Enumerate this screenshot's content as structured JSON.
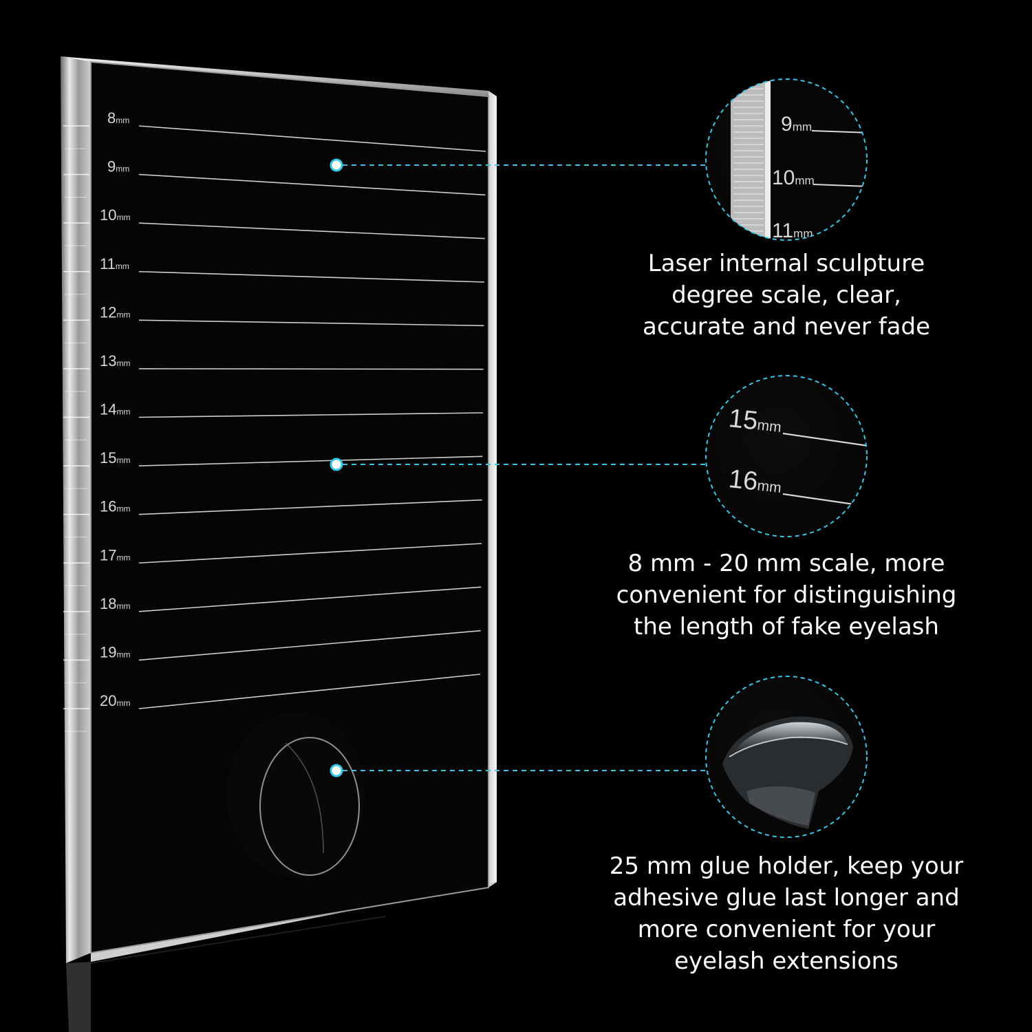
{
  "palette": {
    "background": "#000000",
    "accent": "#36c6e8",
    "scale_text": "#d8d8d8",
    "caption_text": "#ffffff"
  },
  "ruler": {
    "unit": "mm",
    "marks": [
      "8",
      "9",
      "10",
      "11",
      "12",
      "13",
      "14",
      "15",
      "16",
      "17",
      "18",
      "19",
      "20"
    ]
  },
  "callouts": [
    {
      "id": "scale-closeup",
      "zoom_marks": [
        "9",
        "10",
        "11"
      ],
      "caption_lines": [
        "Laser internal sculpture",
        "degree scale, clear,",
        "accurate and never fade"
      ]
    },
    {
      "id": "range-closeup",
      "zoom_marks": [
        "15",
        "16"
      ],
      "caption_lines": [
        "8 mm - 20 mm scale, more",
        "convenient for distinguishing",
        "the length of fake eyelash"
      ]
    },
    {
      "id": "glue-closeup",
      "zoom_marks": [],
      "caption_lines": [
        "25 mm glue holder, keep your",
        "adhesive glue last longer and",
        "more convenient for your",
        "eyelash extensions"
      ]
    }
  ]
}
